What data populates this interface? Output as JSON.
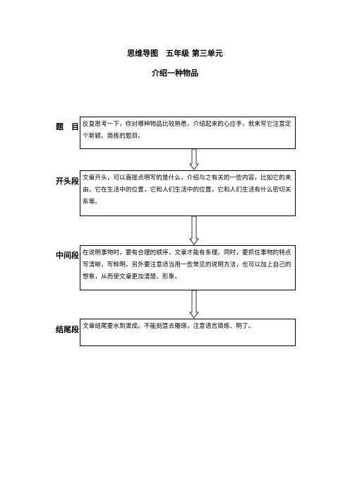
{
  "header": {
    "title": "思维导图　五年级  第三单元",
    "subtitle": "介绍一种物品"
  },
  "sections": [
    {
      "label": "题　目",
      "text": "反复思考一下，你对哪种物品比较熟悉，介绍起来的心应手，就来写它注意定个新颖、简练的题目。"
    },
    {
      "label": "开头段",
      "text": "文章开头，可以直接点明写的是什么，介绍与之有关的一些内容，比如它的来由，它在生活中的位置，它和人们生活中的位置，它和人们生活有什么密切关系等。"
    },
    {
      "label": "中间段",
      "text": "在说明事物时，要有合理的顺序，文章才能有条理。同时，要抓住事物的特点写清晰、写鲜明。另外要注意适当用一些常见的说明方法，也可以加上自己的想象，从而使文章更加清楚、形象。"
    },
    {
      "label": "结尾段",
      "text": "文章结尾要水到渠成。不能刻意去雕琢，注意语言简练、明了。"
    }
  ]
}
